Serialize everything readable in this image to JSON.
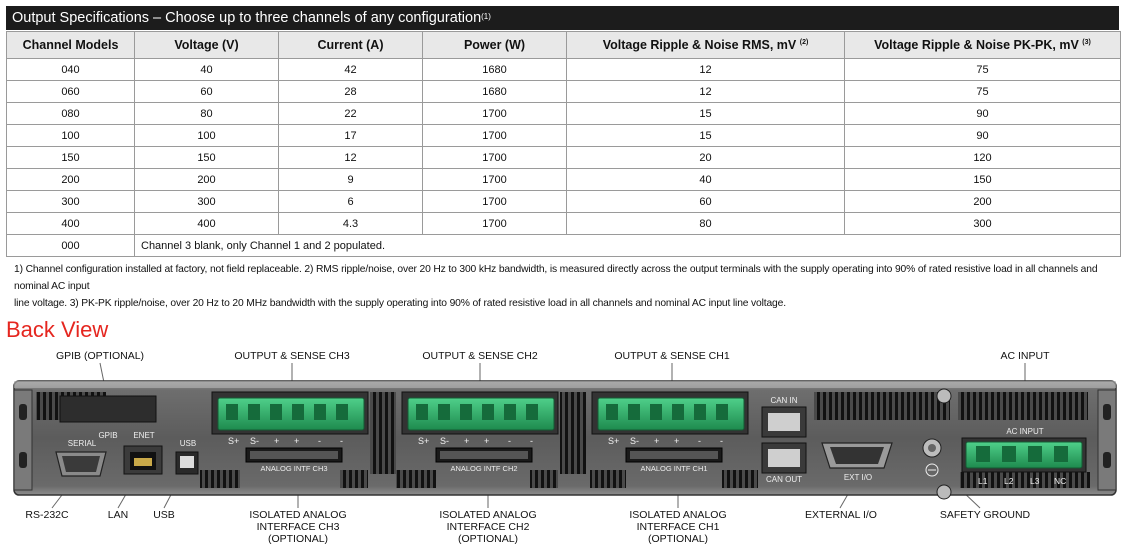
{
  "spec": {
    "title": "Output Specifications – Choose up to three channels of any configuration",
    "title_note": "(1)",
    "columns": [
      {
        "label": "Channel Models",
        "note": ""
      },
      {
        "label": "Voltage (V)",
        "note": ""
      },
      {
        "label": "Current (A)",
        "note": ""
      },
      {
        "label": "Power (W)",
        "note": ""
      },
      {
        "label": "Voltage Ripple & Noise RMS, mV",
        "note": "(2)"
      },
      {
        "label": "Voltage Ripple & Noise PK-PK, mV",
        "note": "(3)"
      }
    ],
    "rows": [
      [
        "040",
        "40",
        "42",
        "1680",
        "12",
        "75"
      ],
      [
        "060",
        "60",
        "28",
        "1680",
        "12",
        "75"
      ],
      [
        "080",
        "80",
        "22",
        "1700",
        "15",
        "90"
      ],
      [
        "100",
        "100",
        "17",
        "1700",
        "15",
        "90"
      ],
      [
        "150",
        "150",
        "12",
        "1700",
        "20",
        "120"
      ],
      [
        "200",
        "200",
        "9",
        "1700",
        "40",
        "150"
      ],
      [
        "300",
        "300",
        "6",
        "1700",
        "60",
        "200"
      ],
      [
        "400",
        "400",
        "4.3",
        "1700",
        "80",
        "300"
      ]
    ],
    "last_row": {
      "model": "000",
      "note": "Channel 3 blank, only Channel 1 and 2 populated."
    },
    "footnote_line1": "1) Channel configuration installed at factory, not field replaceable. 2) RMS ripple/noise, over 20 Hz to 300 kHz bandwidth, is measured directly across the output terminals with the supply operating into 90% of rated resistive load in all channels and nominal AC input",
    "footnote_line2": "line voltage. 3) PK-PK ripple/noise, over 20 Hz to 20 MHz bandwidth with the supply operating into 90% of rated resistive load in all channels and nominal AC input line voltage."
  },
  "back_view": {
    "title": "Back View",
    "callouts_top": {
      "gpib": "GPIB (OPTIONAL)",
      "ch3": "OUTPUT & SENSE CH3",
      "ch2": "OUTPUT & SENSE CH2",
      "ch1": "OUTPUT & SENSE CH1",
      "ac": "AC INPUT"
    },
    "callouts_bottom": {
      "rs232": "RS-232C",
      "lan": "LAN",
      "usb": "USB",
      "iso3": [
        "ISOLATED ANALOG",
        "INTERFACE CH3",
        "(OPTIONAL)"
      ],
      "iso2": [
        "ISOLATED ANALOG",
        "INTERFACE CH2",
        "(OPTIONAL)"
      ],
      "iso1": [
        "ISOLATED ANALOG",
        "INTERFACE CH1",
        "(OPTIONAL)"
      ],
      "ext": "EXTERNAL I/O",
      "gnd": "SAFETY GROUND"
    },
    "panel_labels": {
      "gpib": "GPIB",
      "enet": "ENET",
      "serial": "SERIAL",
      "usb": "USB",
      "terminal_pins": [
        "S+",
        "S-",
        "+",
        "+",
        "-",
        "-"
      ],
      "analog_ch3": "ANALOG INTF CH3",
      "analog_ch2": "ANALOG INTF CH2",
      "analog_ch1": "ANALOG INTF CH1",
      "can_in": "CAN IN",
      "can_out": "CAN OUT",
      "ext_io": "EXT I/O",
      "ac_input": "AC INPUT",
      "ac_pins": [
        "L1",
        "L2",
        "L3",
        "NC"
      ]
    }
  }
}
